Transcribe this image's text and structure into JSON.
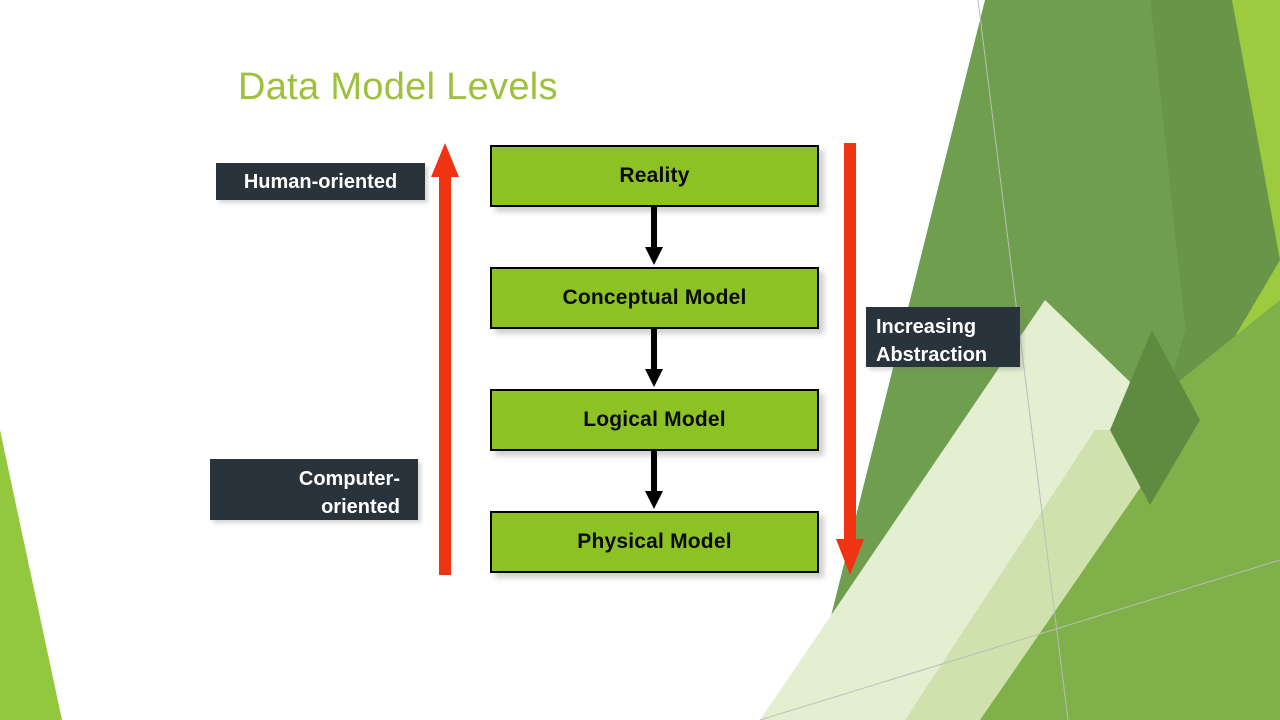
{
  "slide": {
    "title": "Data Model Levels",
    "title_color": "#9DC13C",
    "background_color": "#FFFFFF"
  },
  "diagram": {
    "type": "vertical-flow",
    "box_fill": "#8DC225",
    "box_border": "#000000",
    "box_text_color": "#000000",
    "levels": [
      {
        "id": "reality",
        "label": "Reality"
      },
      {
        "id": "conceptual",
        "label": "Conceptual Model"
      },
      {
        "id": "logical",
        "label": "Logical Model"
      },
      {
        "id": "physical",
        "label": "Physical Model"
      }
    ],
    "connector_count": 3,
    "connector_color": "#000000",
    "connector_direction": "down"
  },
  "annotations": {
    "callout_background": "#28333C",
    "callout_text_color": "#FFFFFF",
    "left_top": {
      "label": "Human-oriented",
      "align": "center"
    },
    "left_bottom": {
      "line1": "Computer-",
      "line2": "oriented",
      "align": "right"
    },
    "right_middle": {
      "line1": "Increasing",
      "line2": "Abstraction",
      "align": "left"
    }
  },
  "arrows": {
    "color": "#F03311",
    "left": {
      "name": "human-orientation-arrow",
      "direction": "up",
      "meaning": "Human-oriented at top, Computer-oriented at bottom"
    },
    "right": {
      "name": "increasing-abstraction-arrow",
      "direction": "down",
      "meaning": "Increasing Abstraction"
    }
  },
  "decoration": {
    "green_dark": "#6F9E4E",
    "green_mid": "#7FB04A",
    "green_bright": "#92C73E",
    "green_light": "#C9DFA4",
    "green_pale": "#E4EFD2",
    "hairline": "#B9BEBA"
  }
}
